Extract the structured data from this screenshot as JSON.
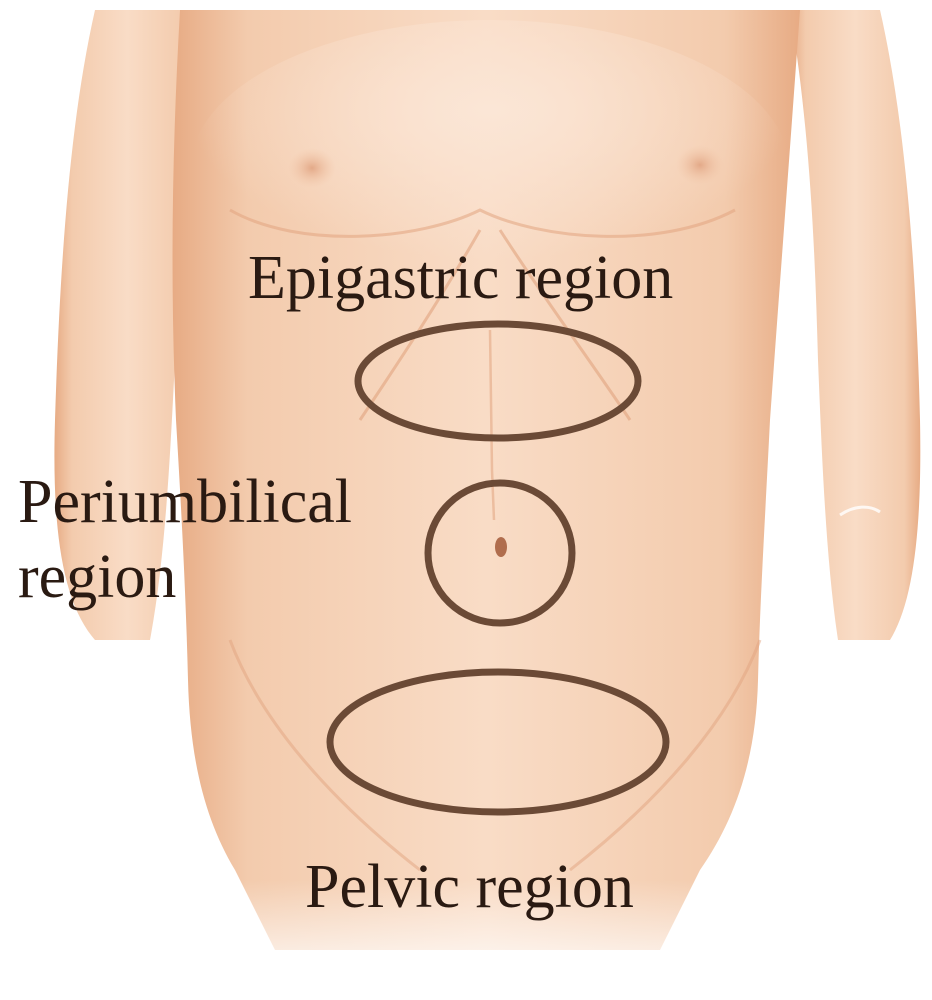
{
  "labels": {
    "epigastric": "Epigastric region",
    "periumbilical_line1": "Periumbilical",
    "periumbilical_line2": "region",
    "pelvic": "Pelvic region"
  },
  "colors": {
    "background": "#ffffff",
    "skin_light": "#f8dcc6",
    "skin_mid": "#eebc98",
    "skin_shadow": "#d99b75",
    "outline": "#6b4a36",
    "label_text": "#2a1a12"
  }
}
